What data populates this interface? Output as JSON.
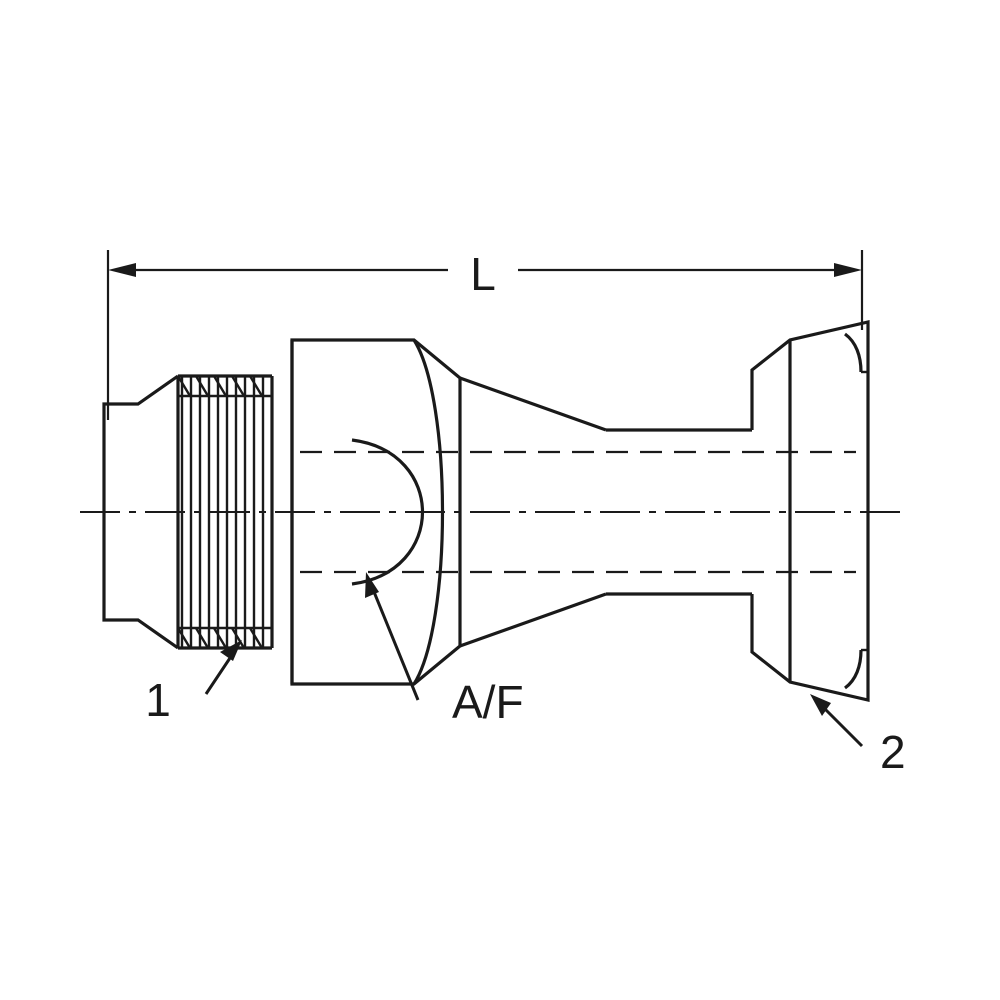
{
  "drawing": {
    "title": "hydraulic-adapter-fitting-technical-drawing",
    "background_color": "#ffffff",
    "line_color": "#1a1a1a",
    "dimensions": {
      "overall_length": {
        "label": "L",
        "type": "dimension-line",
        "orientation": "horizontal",
        "position": "top"
      }
    },
    "callouts": [
      {
        "id": "callout-1",
        "label": "1",
        "target": "male-thread",
        "leader": "diagonal-up-right"
      },
      {
        "id": "callout-af",
        "label": "A/F",
        "target": "hex-across-flats",
        "leader": "diagonal-up-left"
      },
      {
        "id": "callout-2",
        "label": "2",
        "target": "flange-head",
        "leader": "diagonal-up-left"
      }
    ],
    "parts": [
      {
        "name": "jic-37-flare-nose",
        "description": "tapered flare end at left"
      },
      {
        "name": "male-thread",
        "description": "hatched straight thread section"
      },
      {
        "name": "hex-body",
        "description": "hexagonal wrench flats"
      },
      {
        "name": "tapered-shoulder",
        "description": "cone transition to tube body"
      },
      {
        "name": "tube-body",
        "description": "cylindrical middle section"
      },
      {
        "name": "flange-head",
        "description": "split flange head at right end"
      }
    ]
  }
}
